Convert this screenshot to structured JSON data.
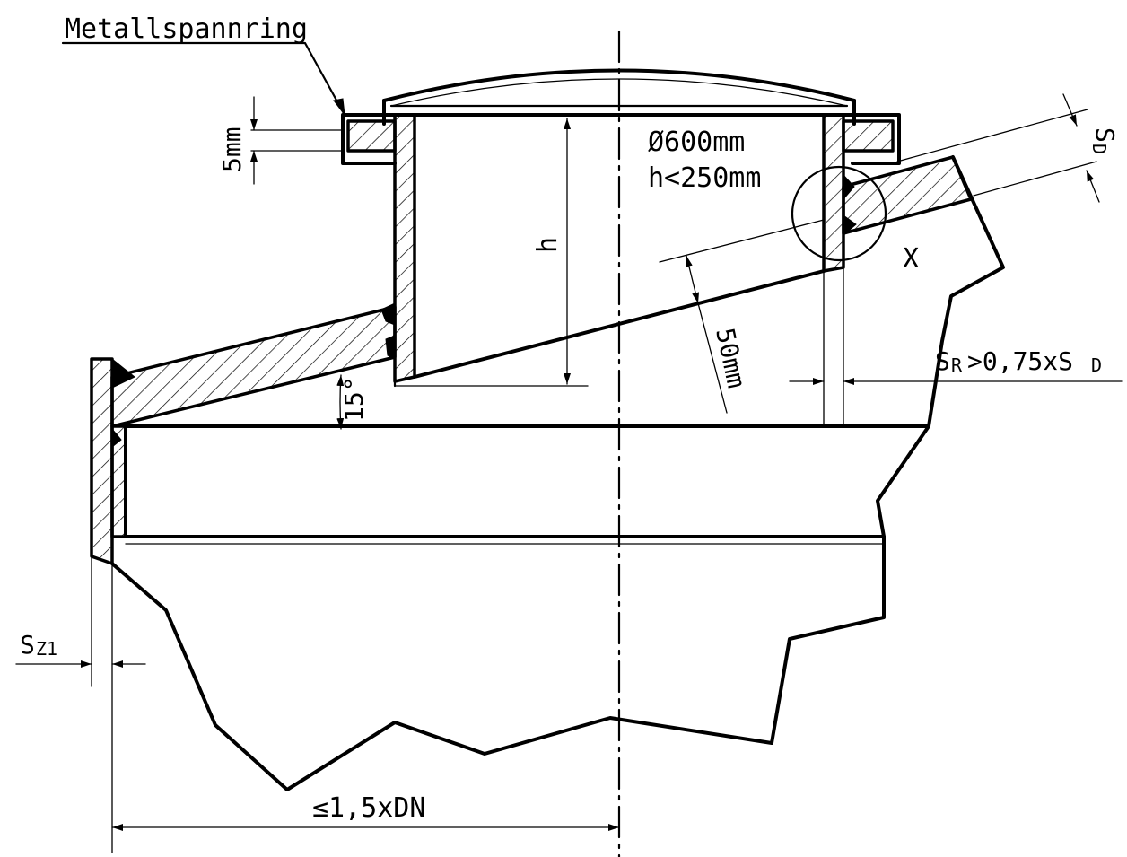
{
  "labels": {
    "clamp_ring": "Metallspannring",
    "clamp_thickness": "5mm",
    "diameter": "Ø600mm",
    "height_limit": "h<250mm",
    "height_symbol": "h",
    "detail_marker": "X",
    "offset_dim": "50mm",
    "angle": "15°",
    "sd_main": "S",
    "sd_sub": "D",
    "sr_main": "S",
    "sr_sub": "R",
    "sr_rest": ">0,75xS",
    "sr_rest_sub": "D",
    "sz_main": "S",
    "sz_sub": "Z1",
    "width_limit": "≤1,5xDN"
  }
}
